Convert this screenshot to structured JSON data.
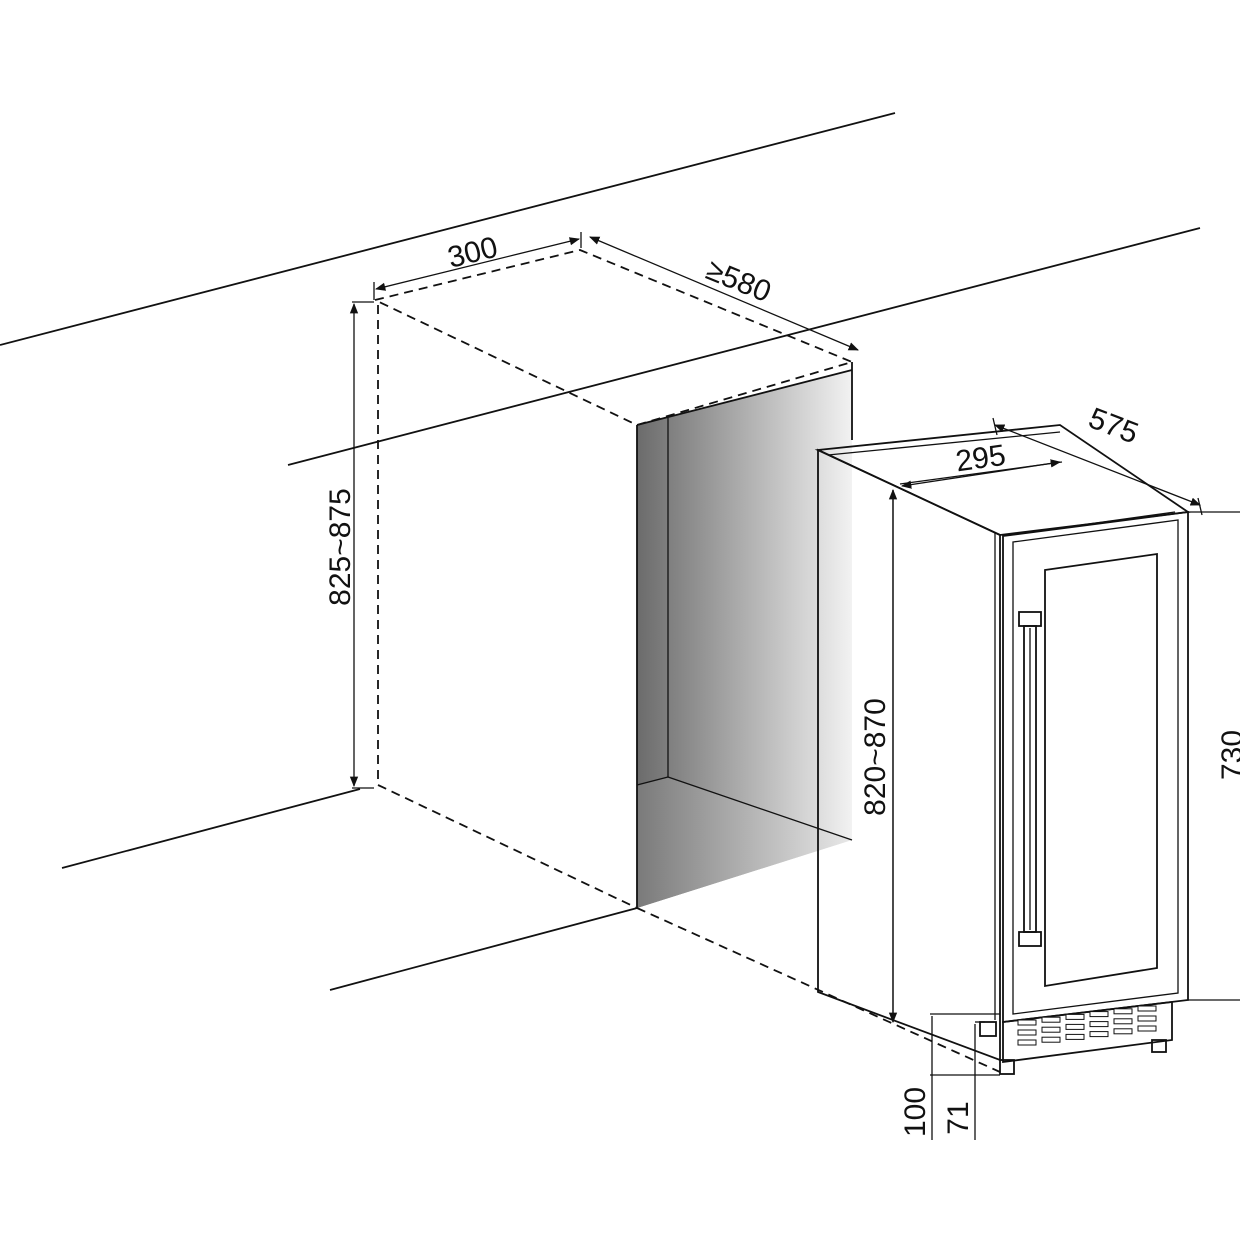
{
  "dimensions": {
    "niche_width": "300",
    "niche_depth": "≥580",
    "niche_height": "825~875",
    "appliance_depth": "575",
    "appliance_width": "295",
    "appliance_height": "820~870",
    "cut_height": "730",
    "plinth_height": "100",
    "foot_height": "71"
  },
  "colors": {
    "line": "#111111",
    "background": "#ffffff",
    "shade_light": "#f0f0f0",
    "shade_dark": "#6e6e6e"
  }
}
